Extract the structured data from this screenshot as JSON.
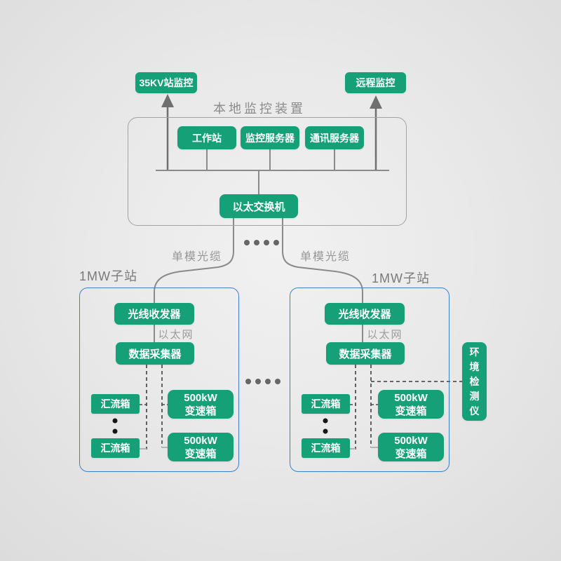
{
  "colors": {
    "node_green": "#15a077",
    "substation_border_blue": "#3c80cc",
    "line_gray": "#8a8a8a",
    "label_gray": "#8b8b8b"
  },
  "top_section": {
    "station_monitor_label": "35KV站监控",
    "remote_monitor_label": "远程监控",
    "local_monitor_title": "本地监控装置",
    "workstation_label": "工作站",
    "monitor_server_label": "监控服务器",
    "comm_server_label": "通讯服务器",
    "ethernet_switch_label": "以太交换机",
    "fiber_left_label": "单模光缆",
    "fiber_right_label": "单模光缆"
  },
  "substations": [
    {
      "title": "1MW子站",
      "transceiver_label": "光线收发器",
      "ethernet_label": "以太网",
      "collector_label": "数据采集器",
      "combiner_top_label": "汇流箱",
      "combiner_bottom_label": "汇流箱",
      "gearbox_top_line1": "500kW",
      "gearbox_top_line2": "变速箱",
      "gearbox_bottom_line1": "500kW",
      "gearbox_bottom_line2": "变速箱"
    },
    {
      "title": "1MW子站",
      "transceiver_label": "光线收发器",
      "ethernet_label": "以太网",
      "collector_label": "数据采集器",
      "combiner_top_label": "汇流箱",
      "combiner_bottom_label": "汇流箱",
      "gearbox_top_line1": "500kW",
      "gearbox_top_line2": "变速箱",
      "gearbox_bottom_line1": "500kW",
      "gearbox_bottom_line2": "变速箱"
    }
  ],
  "environment_monitor_label": "环境检测仪"
}
